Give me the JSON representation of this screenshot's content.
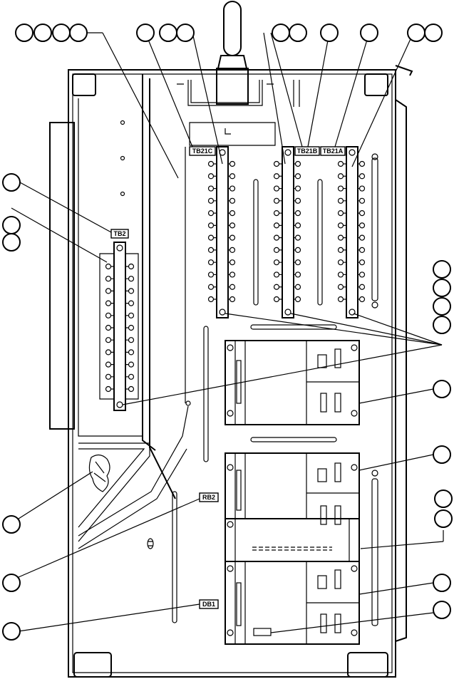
{
  "labels": {
    "tb21c": "TB21C",
    "tb21b": "TB21B",
    "tb21a": "TB21A",
    "tb2": "TB2",
    "rb2": "RB2",
    "db1": "DB1"
  }
}
